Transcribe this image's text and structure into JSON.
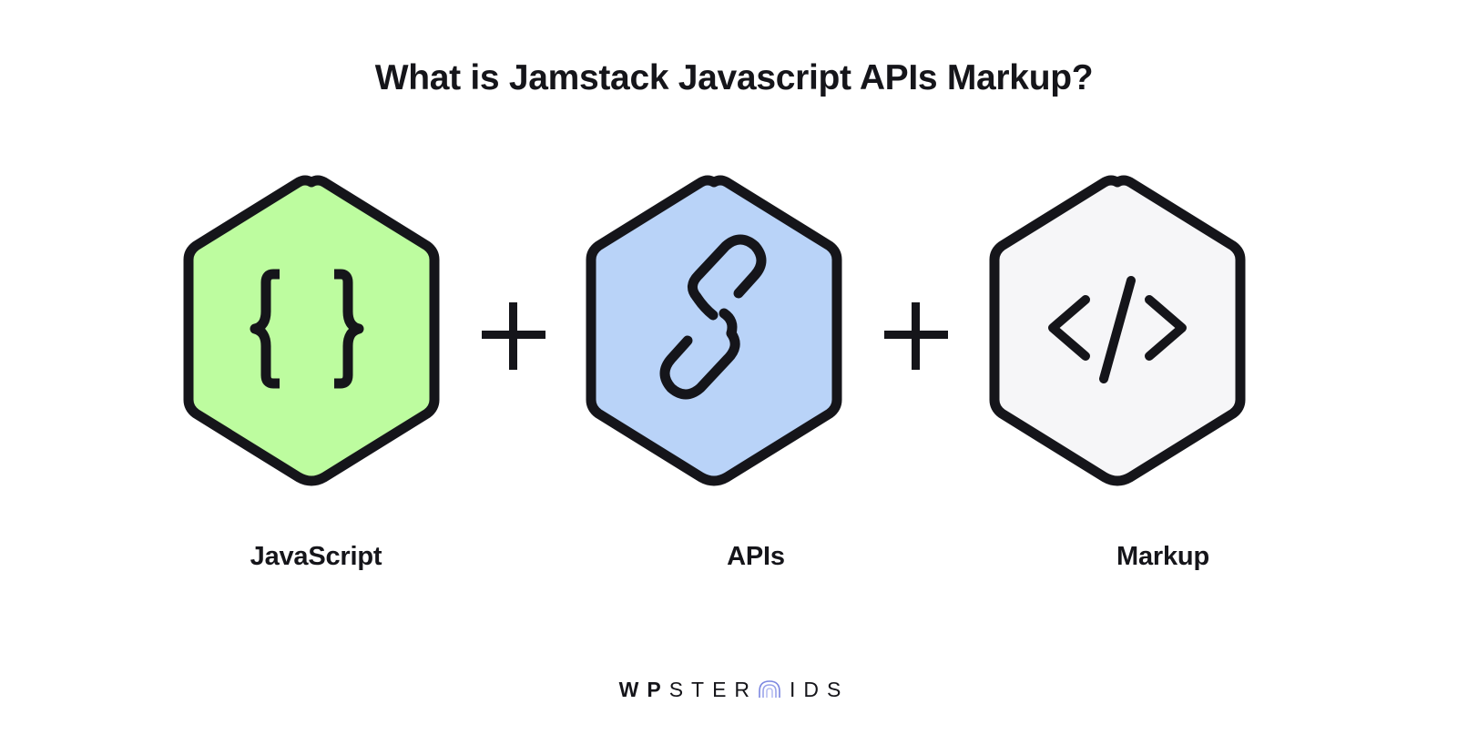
{
  "title": "What is Jamstack Javascript APIs Markup?",
  "components": [
    {
      "label": "JavaScript",
      "icon": "curly-braces-icon",
      "fill": "#bdfc9f"
    },
    {
      "label": "APIs",
      "icon": "chain-link-icon",
      "fill": "#b9d3f8"
    },
    {
      "label": "Markup",
      "icon": "code-tag-icon",
      "fill": "#f6f6f8"
    }
  ],
  "operators": [
    "+",
    "+"
  ],
  "logo": {
    "bold": "WP",
    "rest_before": "STER",
    "rest_after": "IDS",
    "accent": "#7b86e0"
  },
  "colors": {
    "stroke": "#15151a",
    "text": "#15151a",
    "background": "#ffffff"
  }
}
